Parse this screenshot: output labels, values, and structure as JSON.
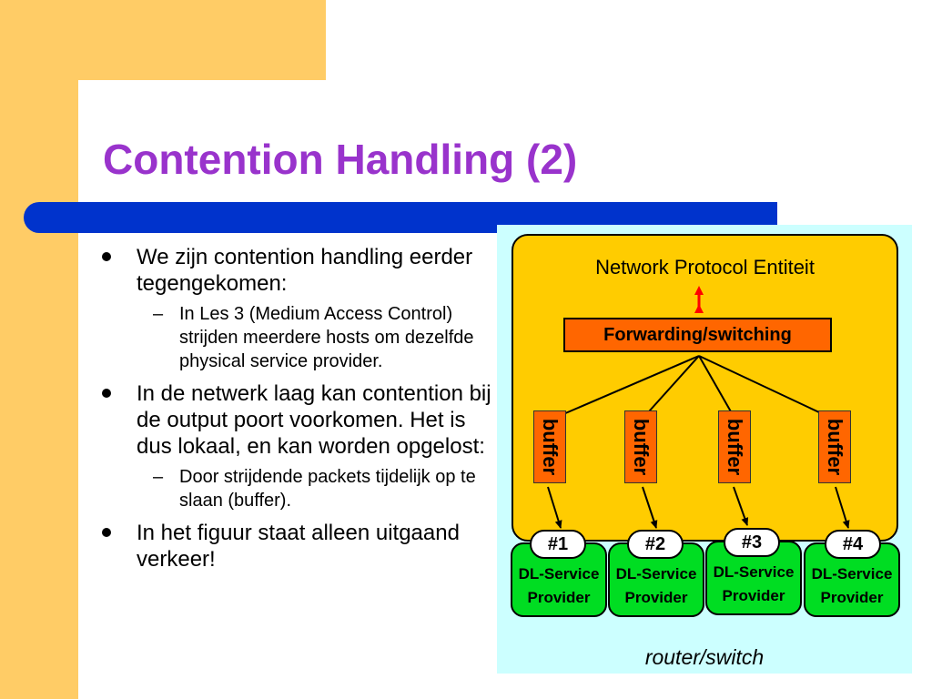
{
  "slide": {
    "title": "Contention Handling (2)",
    "bullets": [
      {
        "text": "We zijn contention handling eerder tegengekomen:",
        "sub": [
          "In Les 3 (Medium Access Control) strijden meerdere hosts om dezelfde physical service provider."
        ]
      },
      {
        "text": "In de netwerk laag kan contention bij de output poort voorkomen. Het is dus lokaal, en kan worden opgelost:",
        "sub": [
          "Door strijdende packets tijdelijk op te slaan (buffer)."
        ]
      },
      {
        "text": "In het figuur staat alleen uitgaand verkeer!",
        "sub": []
      }
    ],
    "sub_marker": "–"
  },
  "diagram": {
    "entity_label": "Network Protocol Entiteit",
    "forwarding_label": "Forwarding/switching",
    "buffer_label": "buffer",
    "providers": [
      {
        "id": "#1",
        "line1": "DL-Service",
        "line2": "Provider"
      },
      {
        "id": "#2",
        "line1": "DL-Service",
        "line2": "Provider"
      },
      {
        "id": "#3",
        "line1": "DL-Service",
        "line2": "Provider"
      },
      {
        "id": "#4",
        "line1": "DL-Service",
        "line2": "Provider"
      }
    ],
    "caption": "router/switch"
  },
  "colors": {
    "title": "#9933cc",
    "bar": "#0033cc",
    "accent_yellow": "#ffcc66",
    "entity_fill": "#ffcc00",
    "forwarding_fill": "#ff6600",
    "provider_fill": "#00dd22",
    "diagram_bg": "#ccffff",
    "arrow_red": "#ff0000"
  }
}
